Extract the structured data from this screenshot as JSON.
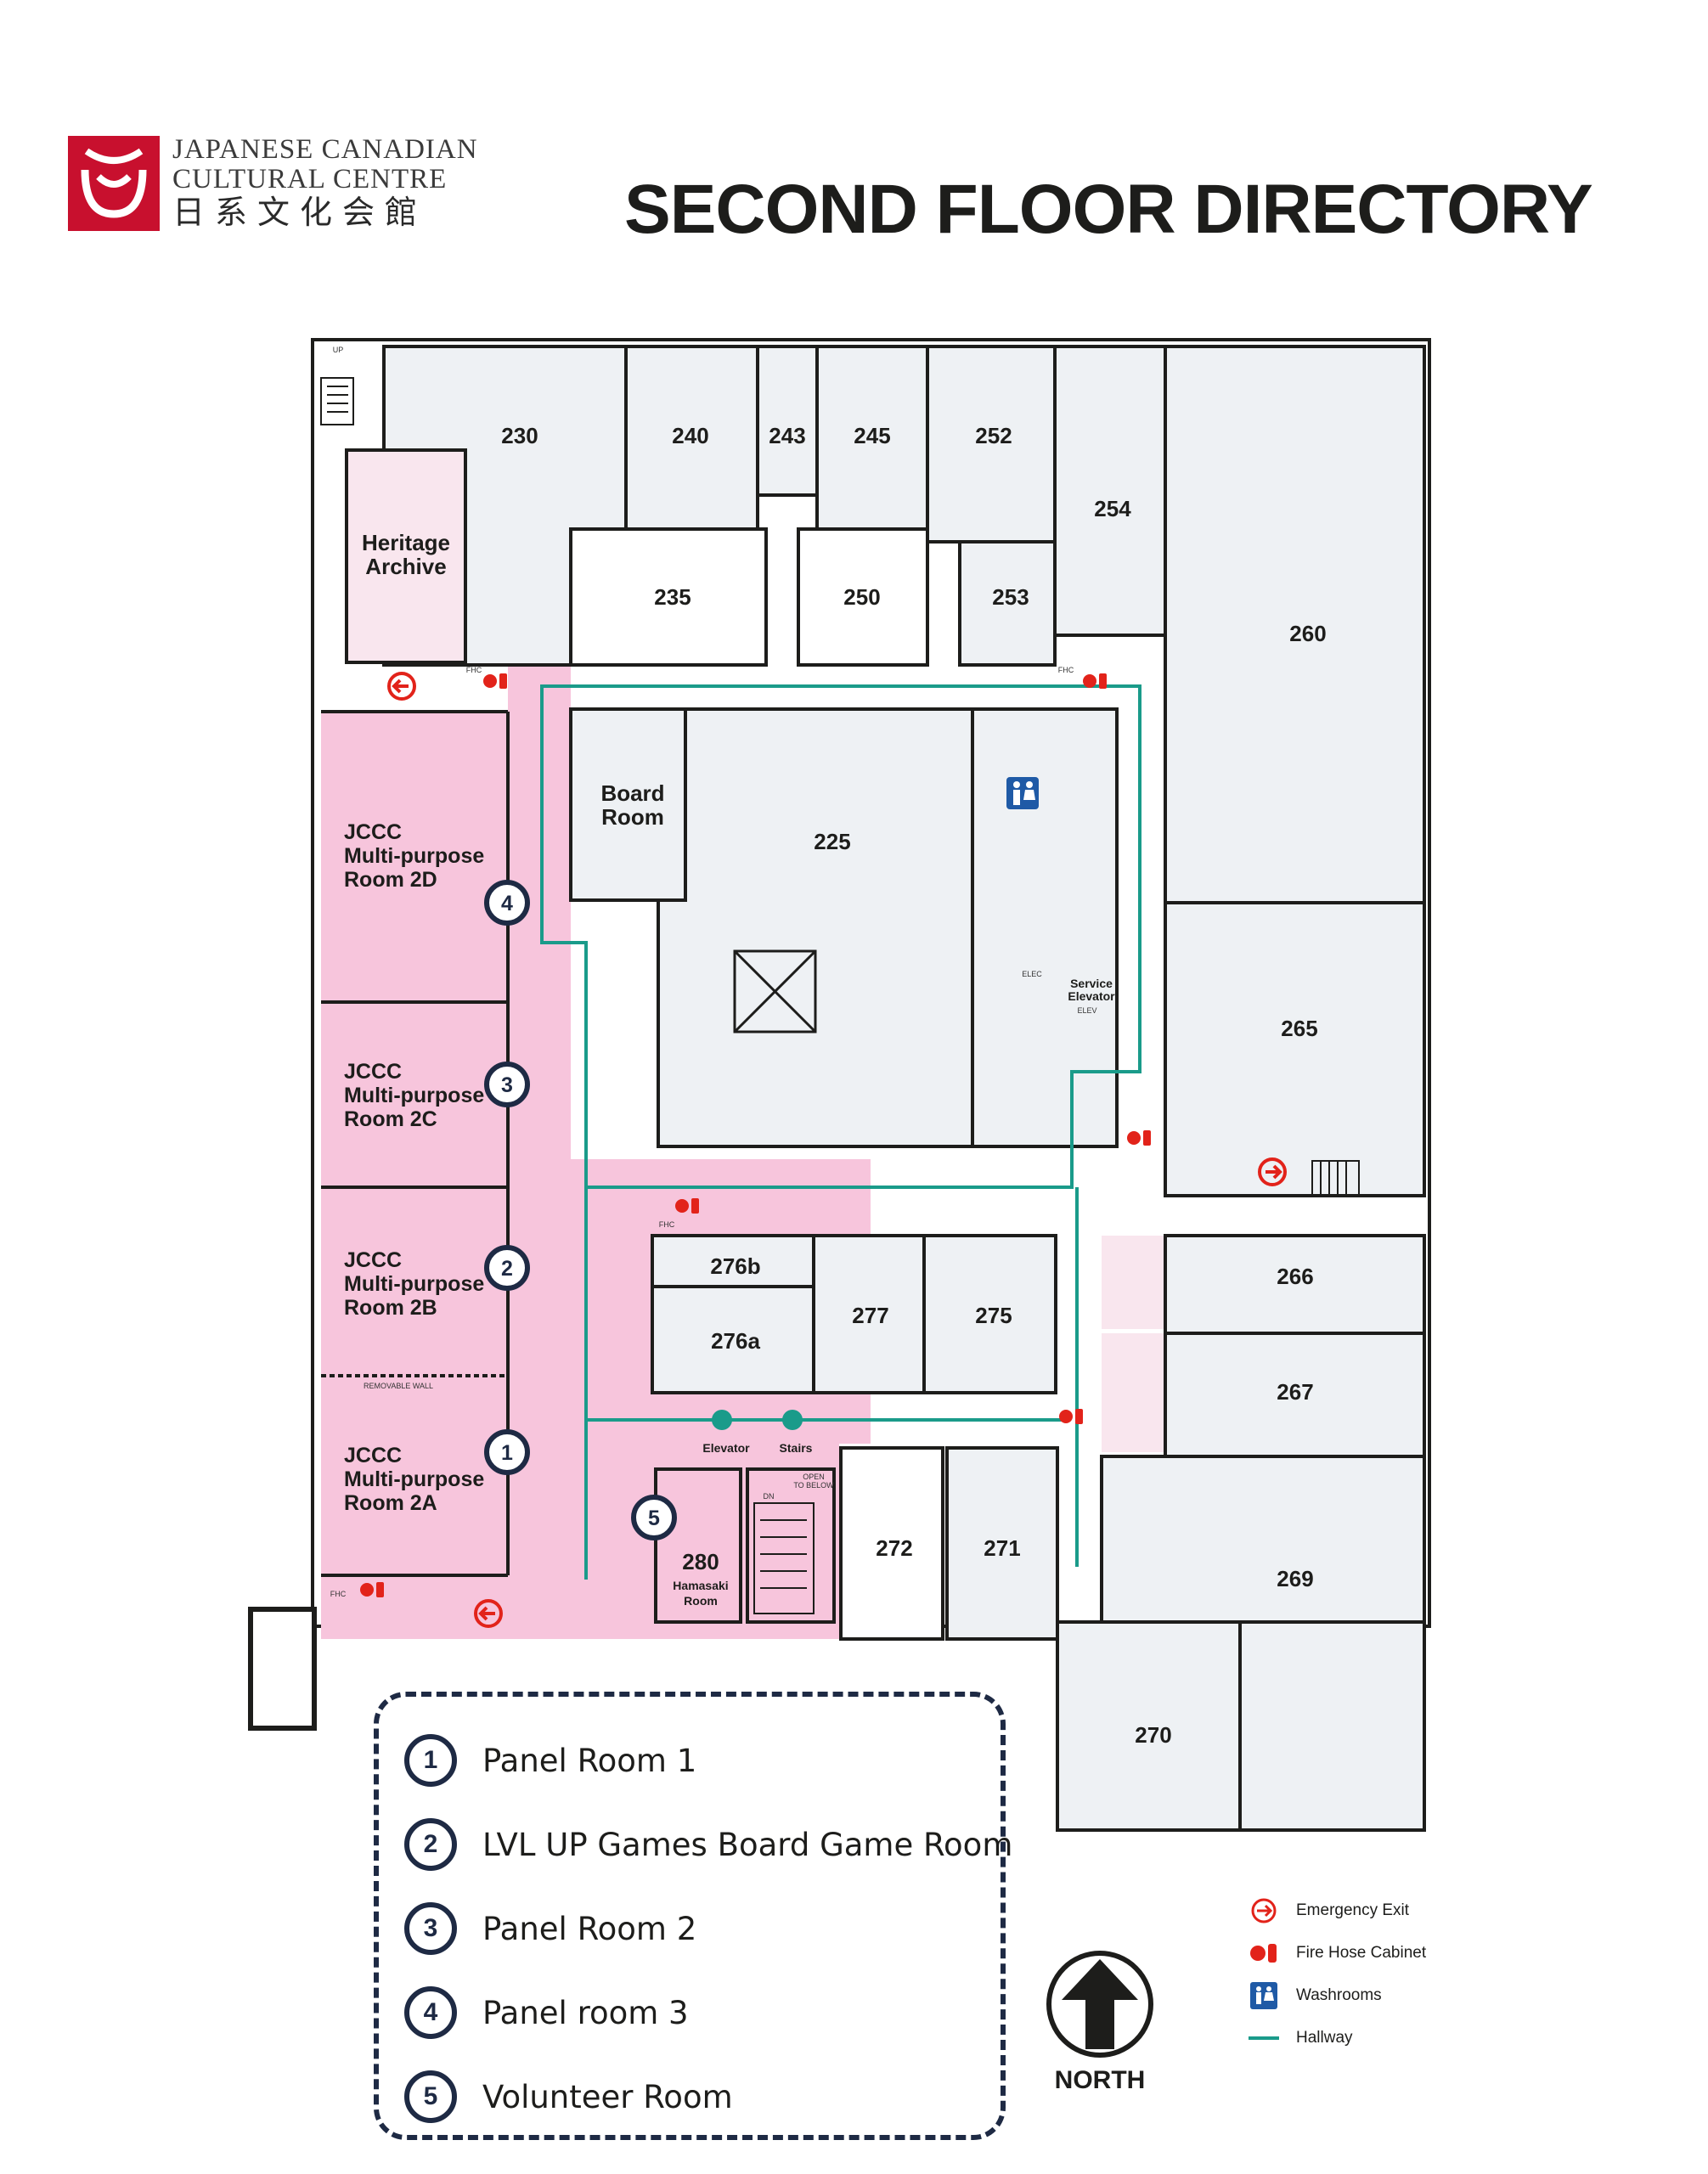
{
  "header": {
    "org_line1": "JAPANESE CANADIAN",
    "org_line2": "CULTURAL CENTRE",
    "org_line3": "日系文化会館",
    "title": "SECOND FLOOR DIRECTORY"
  },
  "colors": {
    "brand_red": "#c8102e",
    "event_pink": "#f7c5dc",
    "room_grey": "#eef1f4",
    "hallway_teal": "#1a9b8a",
    "marker_navy": "#1e2a44",
    "exit_red": "#e2231a",
    "washroom_blue": "#1f5aa6"
  },
  "rooms": {
    "r230": "230",
    "r240": "240",
    "r243": "243",
    "r245": "245",
    "r252": "252",
    "r254": "254",
    "r235": "235",
    "r250": "250",
    "r253": "253",
    "r260": "260",
    "r225": "225",
    "r265": "265",
    "r266": "266",
    "r267": "267",
    "r269": "269",
    "r270": "270",
    "r271": "271",
    "r272": "272",
    "r275": "275",
    "r277": "277",
    "r276a": "276a",
    "r276b": "276b",
    "r280": "280",
    "heritage_1": "Heritage",
    "heritage_2": "Archive",
    "board_1": "Board",
    "board_2": "Room",
    "jccc": "JCCC",
    "multipurpose": "Multi-purpose",
    "room_2d": "Room 2D",
    "room_2c": "Room 2C",
    "room_2b": "Room 2B",
    "room_2a": "Room 2A",
    "hamasaki_1": "Hamasaki",
    "hamasaki_2": "Room",
    "service_1": "Service",
    "service_2": "Elevator"
  },
  "small_labels": {
    "elevator": "Elevator",
    "stairs": "Stairs",
    "open_1": "OPEN",
    "open_2": "TO BELOW",
    "dn": "DN",
    "up": "UP",
    "fhc": "FHC",
    "elec": "ELEC",
    "elev": "ELEV",
    "removable_wall": "REMOVABLE WALL"
  },
  "markers": [
    "1",
    "2",
    "3",
    "4",
    "5"
  ],
  "panel_key": [
    {
      "num": "1",
      "label": "Panel Room 1"
    },
    {
      "num": "2",
      "label": "LVL UP Games Board Game Room"
    },
    {
      "num": "3",
      "label": "Panel Room 2"
    },
    {
      "num": "4",
      "label": "Panel room 3"
    },
    {
      "num": "5",
      "label": "Volunteer Room"
    }
  ],
  "legend": [
    {
      "icon": "emergency-exit-icon",
      "label": "Emergency Exit"
    },
    {
      "icon": "fire-hose-cabinet-icon",
      "label": "Fire Hose Cabinet"
    },
    {
      "icon": "washroom-icon",
      "label": "Washrooms"
    },
    {
      "icon": "hallway-line-icon",
      "label": "Hallway"
    }
  ],
  "compass": {
    "label": "NORTH"
  }
}
